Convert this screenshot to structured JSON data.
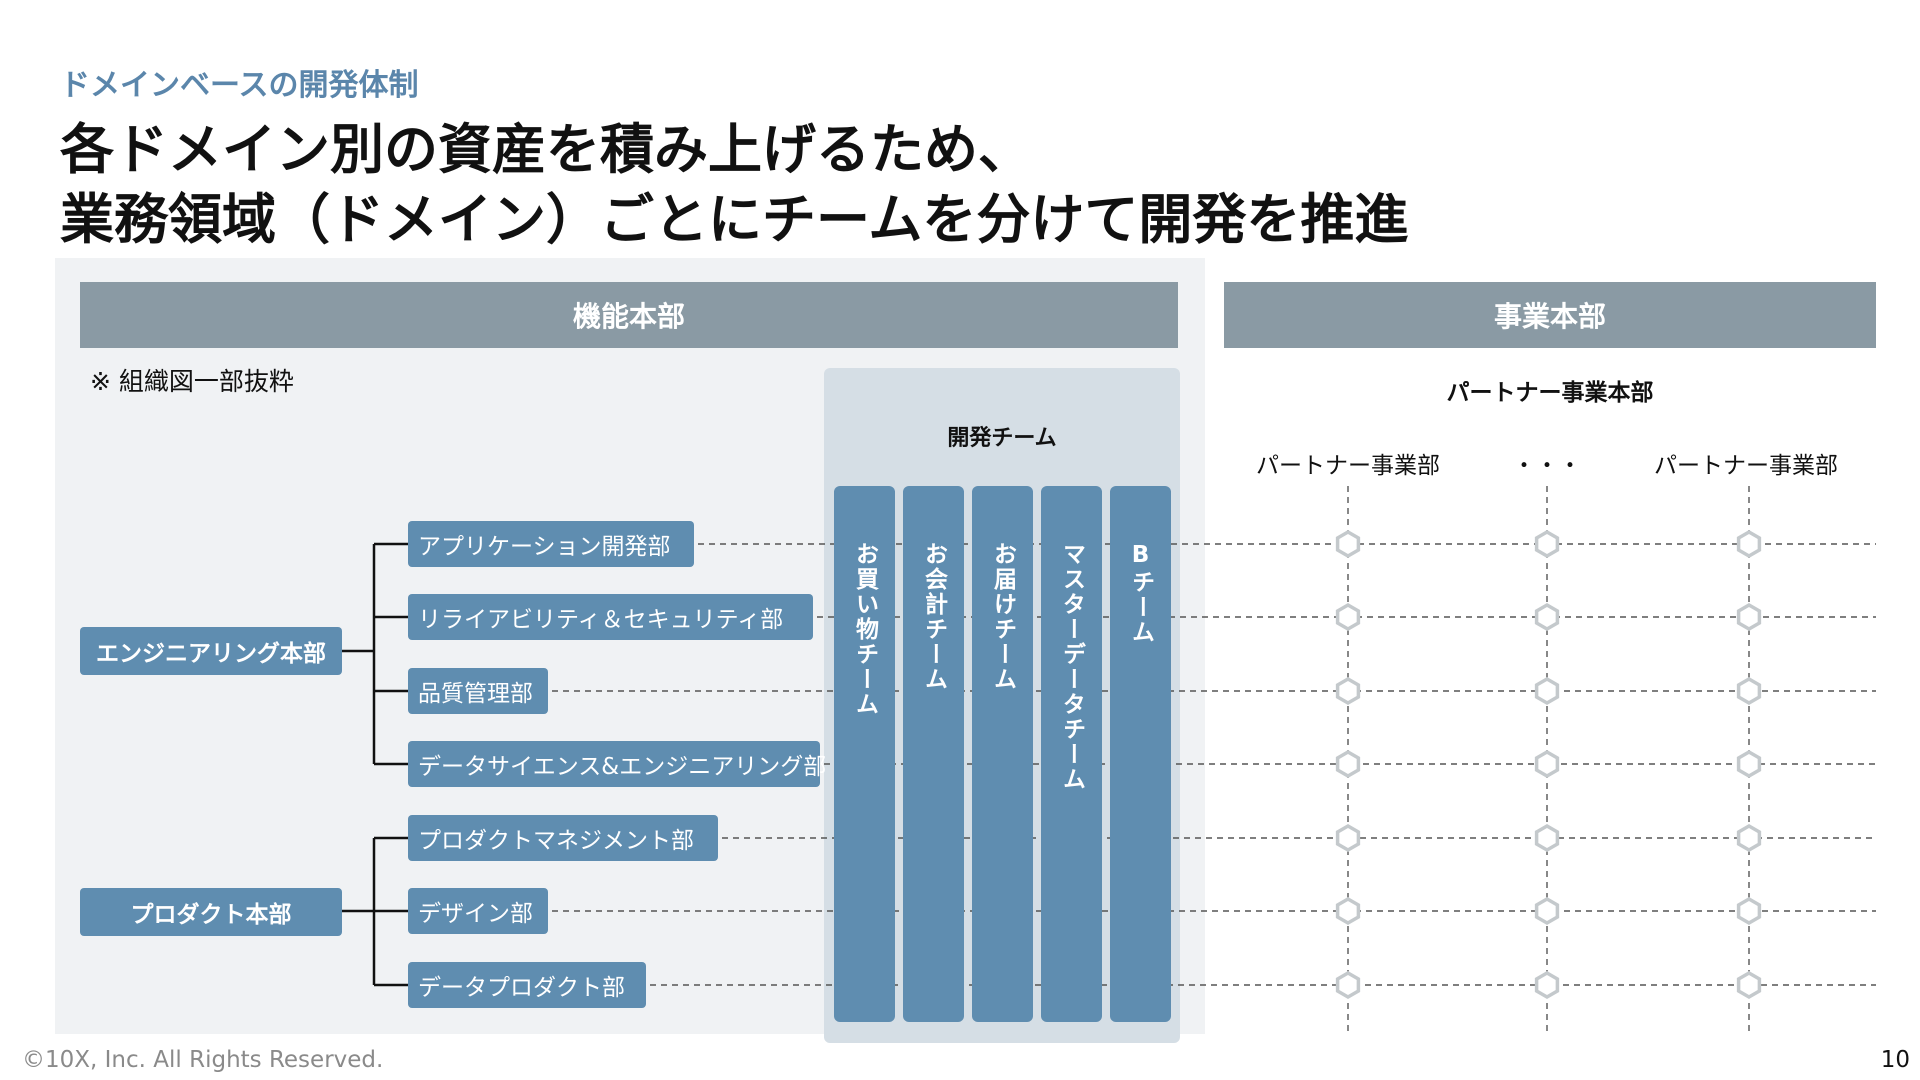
{
  "header": {
    "subtitle": "ドメインベースの開発体制",
    "headline_line1": "各ドメイン別の資産を積み上げるため、",
    "headline_line2": "業務領域（ドメイン）ごとにチームを分けて開発を推進"
  },
  "functional_division": {
    "title": "機能本部",
    "note": "※ 組織図一部抜粋",
    "engineering_hq": "エンジニアリング本部",
    "product_hq": "プロダクト本部",
    "engineering_depts": [
      "アプリケーション開発部",
      "リライアビリティ＆セキュリティ部",
      "品質管理部",
      "データサイエンス&エンジニアリング部"
    ],
    "product_depts": [
      "プロダクトマネジメント部",
      "デザイン部",
      "データプロダクト部"
    ],
    "dev_team_title": "開発チーム",
    "dev_teams": [
      "お買い物チーム",
      "お会計チーム",
      "お届けチーム",
      "マスターデータチーム",
      "Bチーム"
    ]
  },
  "business_division": {
    "title": "事業本部",
    "partner_hq": "パートナー事業本部",
    "partner_columns": [
      "パートナー事業部",
      "・・・",
      "パートナー事業部"
    ]
  },
  "colors": {
    "accent_blue": "#5f8db0",
    "banner_gray": "#8a9aa4",
    "subtitle_blue": "#5b86ab",
    "node_gray": "#c4c9cc"
  },
  "footer": {
    "copyright": "©10X, Inc. All Rights Reserved.",
    "page_number": "10"
  }
}
